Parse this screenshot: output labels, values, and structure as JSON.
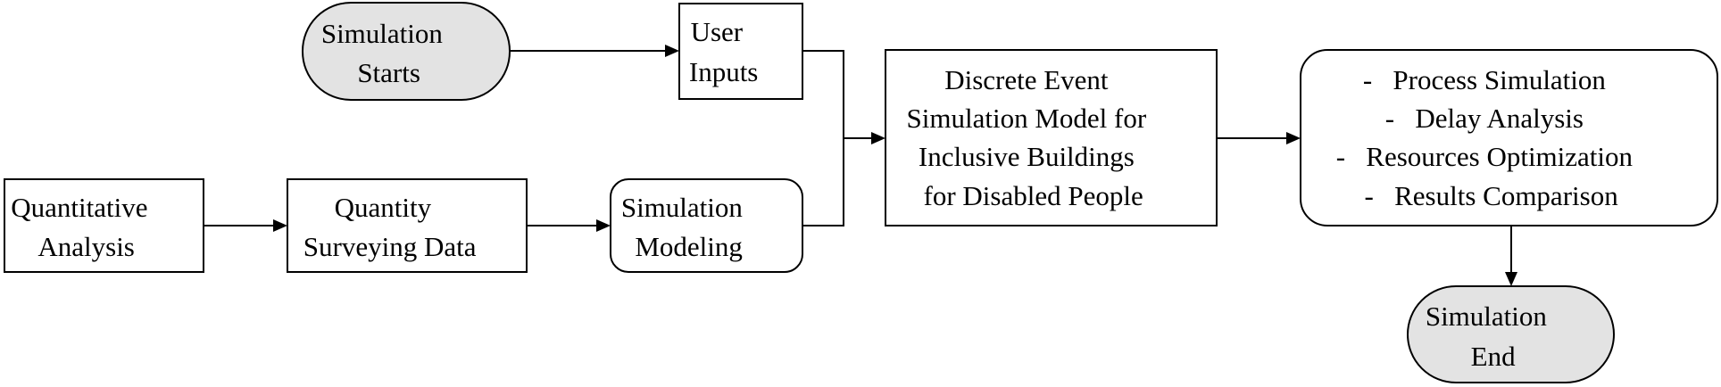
{
  "nodes": {
    "sim_start": {
      "lines": [
        "Simulation",
        "Starts"
      ]
    },
    "user_inputs": {
      "lines": [
        "User",
        "Inputs"
      ]
    },
    "quantitative": {
      "lines": [
        "Quantitative",
        "Analysis"
      ]
    },
    "quantity_survey": {
      "lines": [
        "Quantity",
        "Surveying Data"
      ]
    },
    "sim_modeling": {
      "lines": [
        "Simulation",
        "Modeling"
      ]
    },
    "des_model": {
      "lines": [
        "Discrete Event",
        "Simulation Model for",
        "Inclusive Buildings",
        "for Disabled People"
      ]
    },
    "outputs": {
      "lines": [
        "-   Process Simulation",
        "-   Delay Analysis",
        "-   Resources Optimization",
        "-   Results Comparison"
      ]
    },
    "sim_end": {
      "lines": [
        "Simulation",
        "End"
      ]
    }
  },
  "colors": {
    "terminal_fill": "#e3e3e3",
    "stroke": "#000000"
  }
}
